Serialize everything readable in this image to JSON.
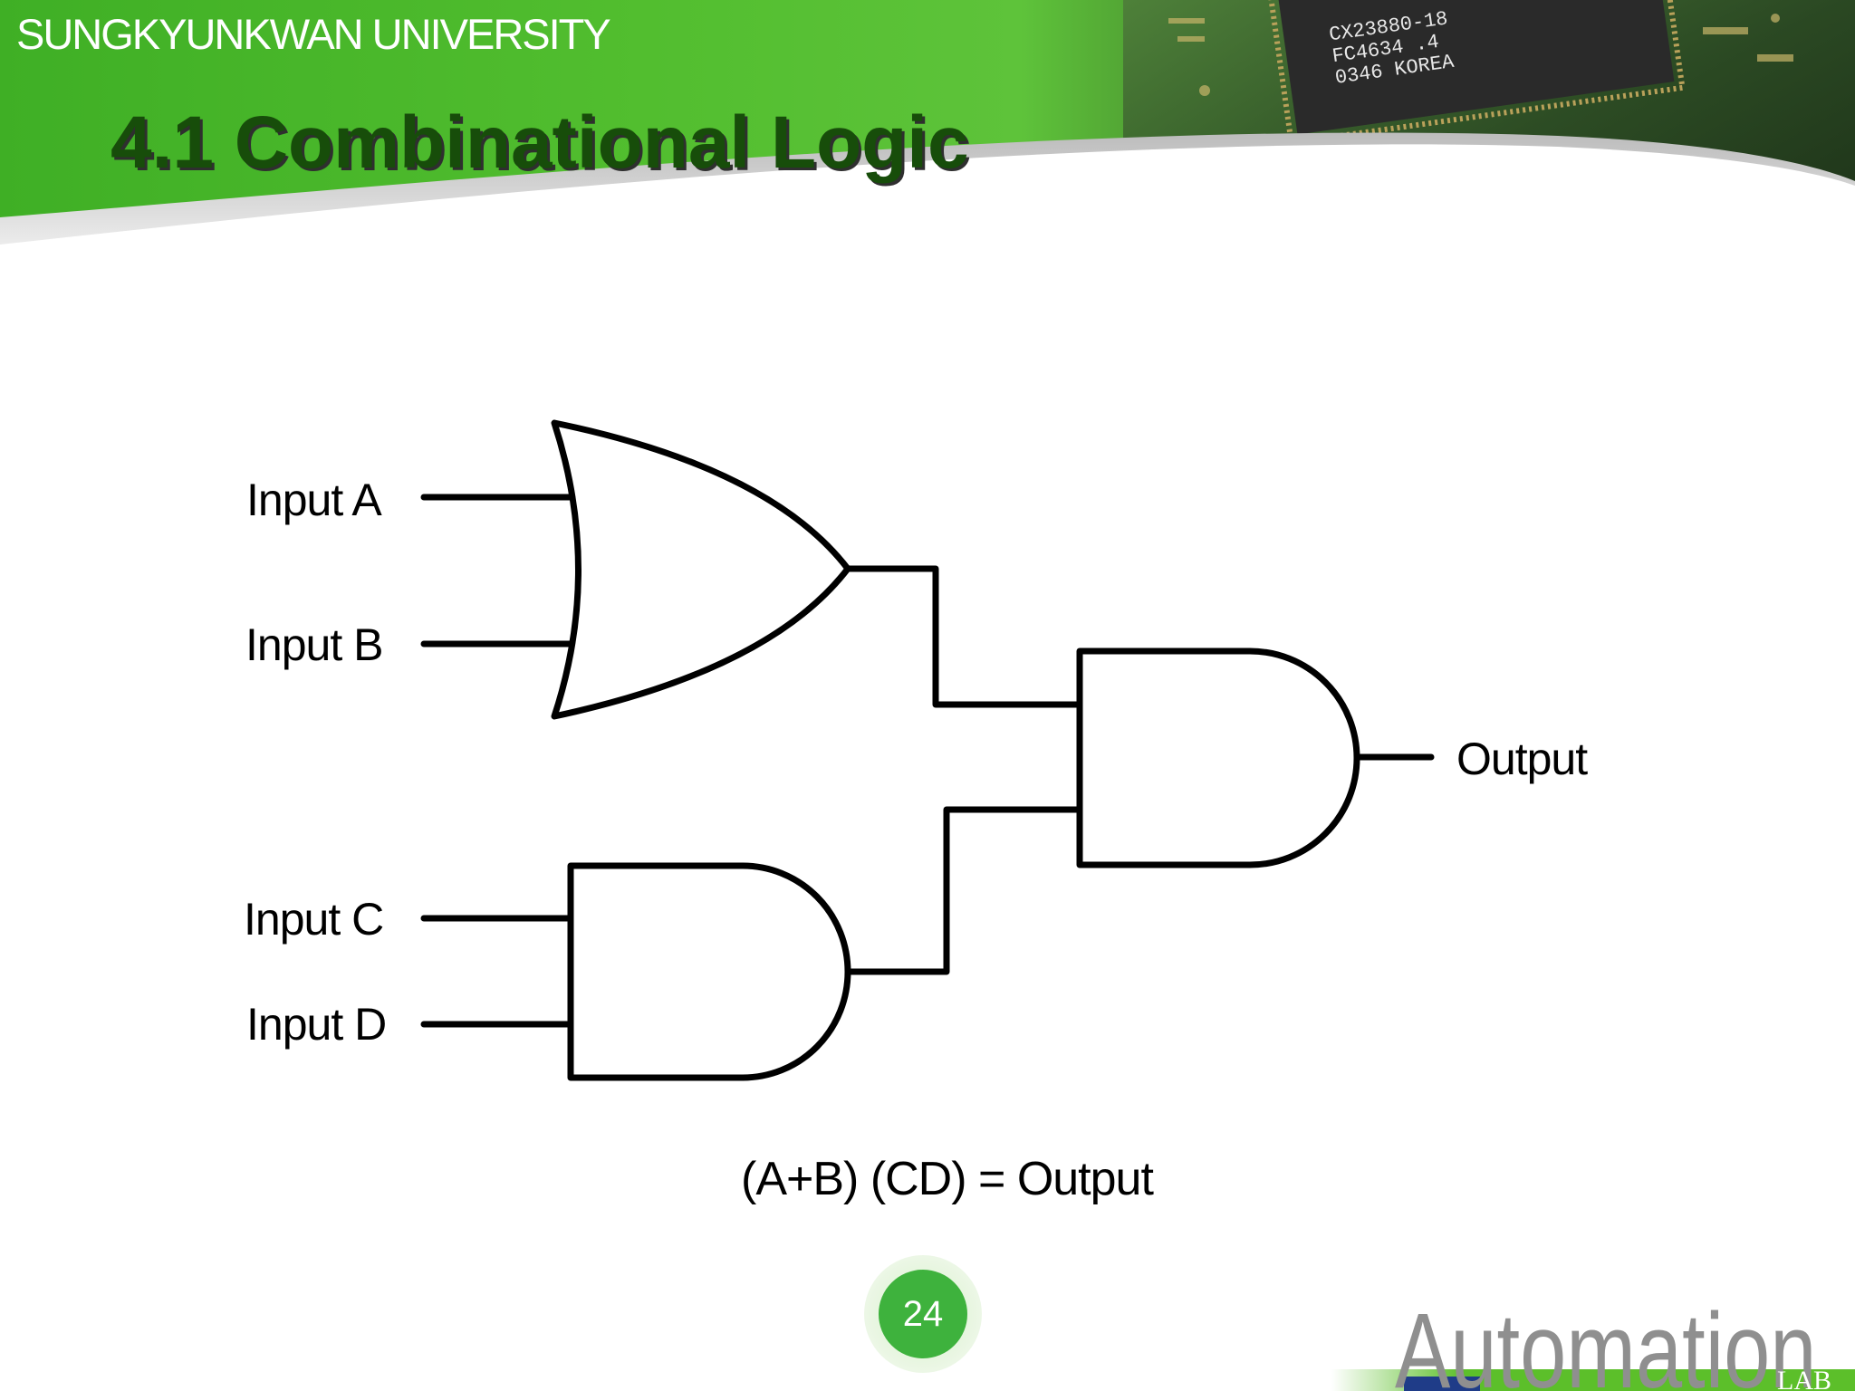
{
  "header": {
    "university": "SUNGKYUNKWAN UNIVERSITY",
    "title": "4.1 Combinational Logic",
    "photo_chip_text": [
      "CX23880-18",
      "FC4634 .4",
      "0346 KOREA"
    ]
  },
  "diagram": {
    "inputs": [
      {
        "name": "Input A"
      },
      {
        "name": "Input B"
      },
      {
        "name": "Input C"
      },
      {
        "name": "Input D"
      }
    ],
    "gates": [
      {
        "type": "OR",
        "inputs": [
          "Input A",
          "Input B"
        ]
      },
      {
        "type": "AND",
        "inputs": [
          "Input C",
          "Input D"
        ]
      },
      {
        "type": "AND",
        "inputs": [
          "OR output",
          "AND output"
        ],
        "output": "Output"
      }
    ],
    "output_label": "Output",
    "equation": "(A+B) (CD) = Output"
  },
  "footer": {
    "page_number": "24",
    "logo_text": "Automation",
    "logo_suffix": "LAB"
  },
  "colors": {
    "header_green": "#4cb830",
    "title_dark_green": "#174d0a",
    "badge_green": "#3eb23d"
  }
}
